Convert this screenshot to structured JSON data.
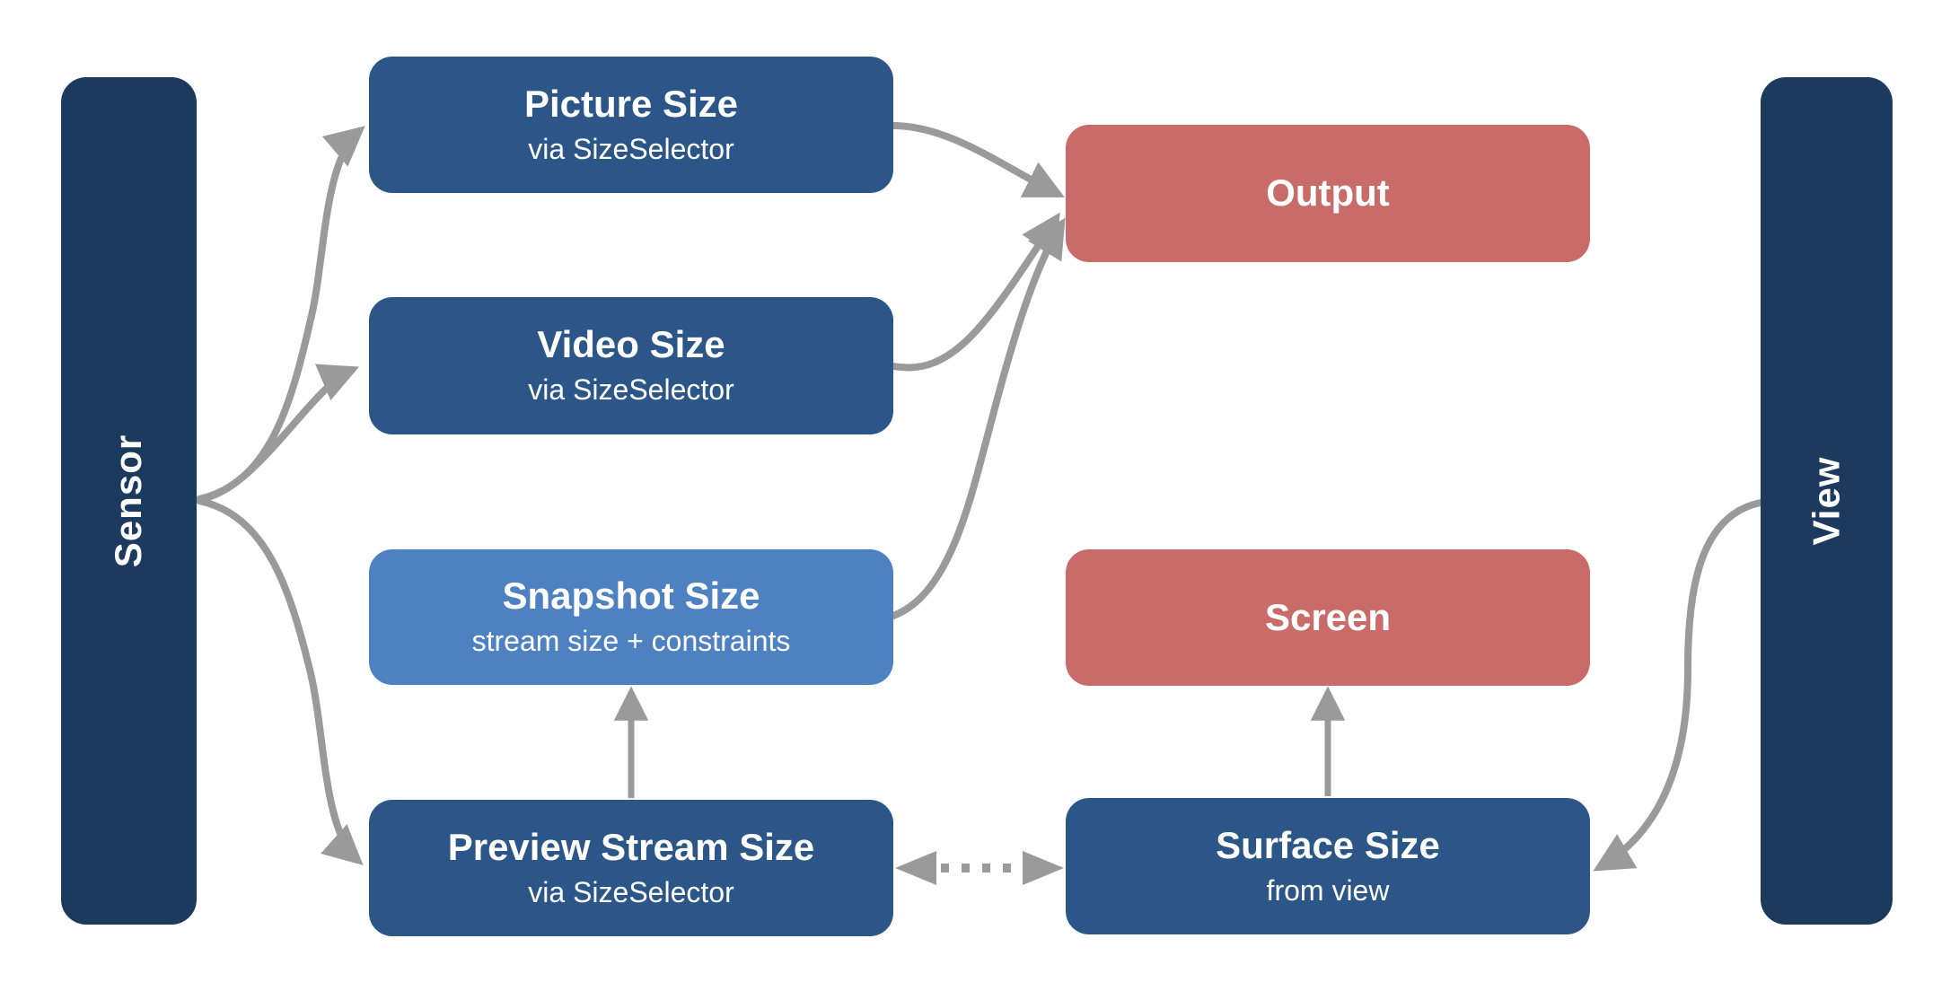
{
  "diagram": {
    "sensor_bar": {
      "label": "Sensor"
    },
    "view_bar": {
      "label": "View"
    },
    "nodes": {
      "picture": {
        "title": "Picture Size",
        "subtitle": "via SizeSelector"
      },
      "video": {
        "title": "Video Size",
        "subtitle": "via SizeSelector"
      },
      "snapshot": {
        "title": "Snapshot Size",
        "subtitle": "stream size + constraints"
      },
      "preview": {
        "title": "Preview Stream Size",
        "subtitle": "via SizeSelector"
      },
      "output": {
        "title": "Output"
      },
      "screen": {
        "title": "Screen"
      },
      "surface": {
        "title": "Surface Size",
        "subtitle": "from view"
      }
    },
    "edges": [
      {
        "from": "Sensor",
        "to": "Picture Size",
        "style": "solid-curve"
      },
      {
        "from": "Sensor",
        "to": "Video Size",
        "style": "solid-curve"
      },
      {
        "from": "Sensor",
        "to": "Preview Stream Size",
        "style": "solid-curve"
      },
      {
        "from": "Picture Size",
        "to": "Output",
        "style": "solid-curve"
      },
      {
        "from": "Video Size",
        "to": "Output",
        "style": "solid-curve"
      },
      {
        "from": "Snapshot Size",
        "to": "Output",
        "style": "solid-curve"
      },
      {
        "from": "Preview Stream Size",
        "to": "Snapshot Size",
        "style": "solid-vertical"
      },
      {
        "from": "Preview Stream Size",
        "to": "Surface Size",
        "style": "dotted-bidirectional"
      },
      {
        "from": "Surface Size",
        "to": "Screen",
        "style": "solid-vertical"
      },
      {
        "from": "View",
        "to": "Surface Size",
        "style": "solid-curve"
      }
    ],
    "colors": {
      "navy": "#1b3a5e",
      "blue": "#2b5687",
      "light_blue": "#4d81c1",
      "red": "#c96b68",
      "arrow": "#9a9a9a",
      "background": "#ffffff",
      "text": "#ffffff"
    }
  }
}
